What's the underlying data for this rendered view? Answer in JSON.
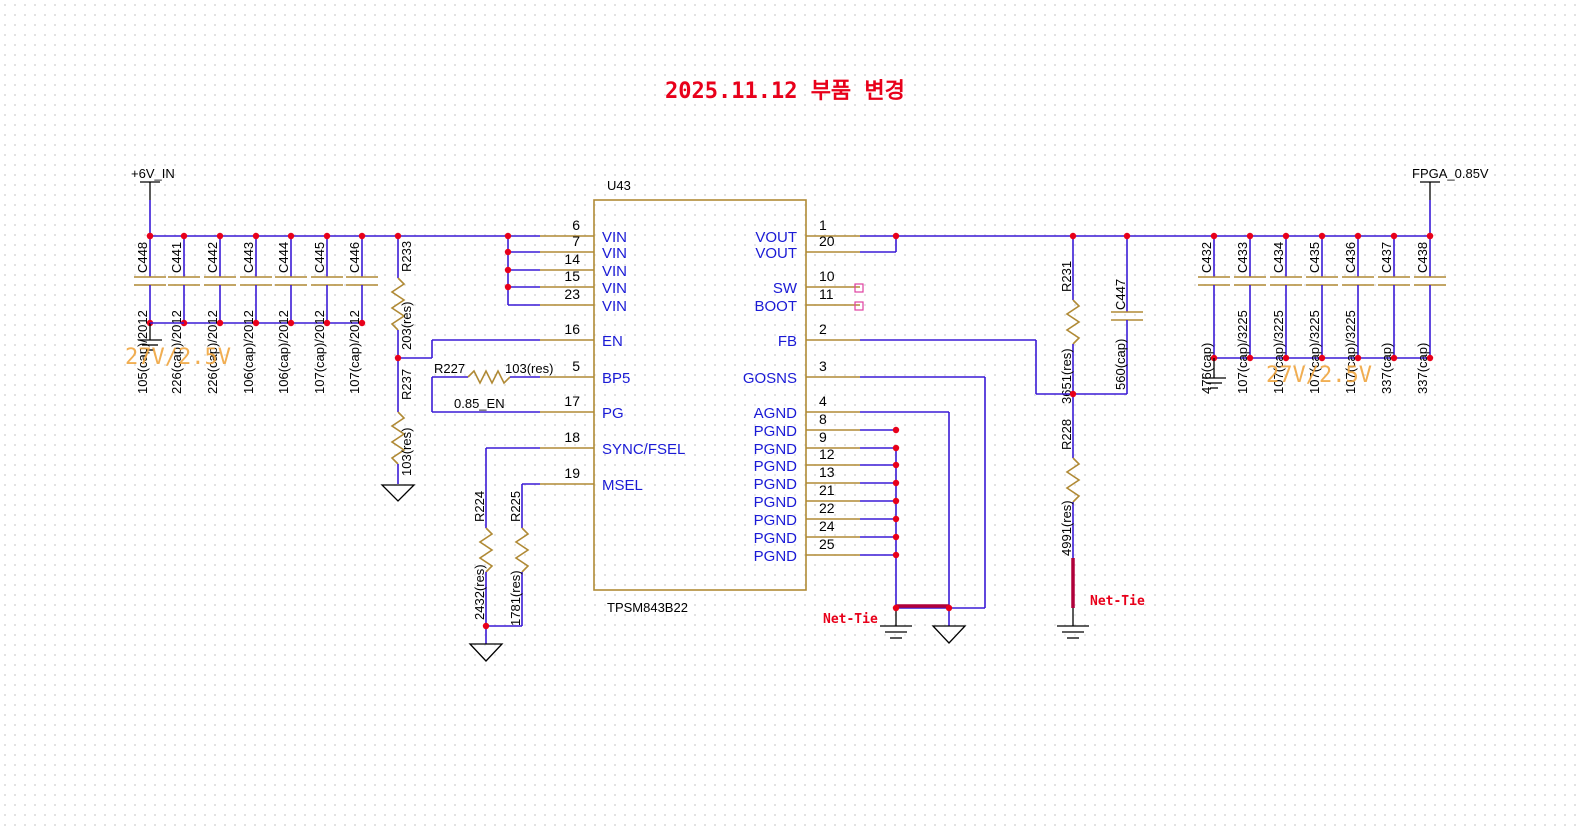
{
  "title": "2025.11.12 부품 변경",
  "power_in": "+6V_IN",
  "power_out": "FPGA_0.85V",
  "ic": {
    "ref": "U43",
    "part": "TPSM843B22",
    "left_pins": [
      {
        "num": "6",
        "name": "VIN"
      },
      {
        "num": "7",
        "name": "VIN"
      },
      {
        "num": "14",
        "name": "VIN"
      },
      {
        "num": "15",
        "name": "VIN"
      },
      {
        "num": "23",
        "name": "VIN"
      },
      {
        "num": "16",
        "name": "EN"
      },
      {
        "num": "5",
        "name": "BP5"
      },
      {
        "num": "17",
        "name": "PG"
      },
      {
        "num": "18",
        "name": "SYNC/FSEL"
      },
      {
        "num": "19",
        "name": "MSEL"
      }
    ],
    "right_pins": [
      {
        "num": "1",
        "name": "VOUT"
      },
      {
        "num": "20",
        "name": "VOUT"
      },
      {
        "num": "10",
        "name": "SW"
      },
      {
        "num": "11",
        "name": "BOOT"
      },
      {
        "num": "2",
        "name": "FB"
      },
      {
        "num": "3",
        "name": "GOSNS"
      },
      {
        "num": "4",
        "name": "AGND"
      },
      {
        "num": "8",
        "name": "PGND"
      },
      {
        "num": "9",
        "name": "PGND"
      },
      {
        "num": "12",
        "name": "PGND"
      },
      {
        "num": "13",
        "name": "PGND"
      },
      {
        "num": "21",
        "name": "PGND"
      },
      {
        "num": "22",
        "name": "PGND"
      },
      {
        "num": "24",
        "name": "PGND"
      },
      {
        "num": "25",
        "name": "PGND"
      }
    ]
  },
  "input_caps": [
    {
      "ref": "C448",
      "value": "105(cap)/2012"
    },
    {
      "ref": "C441",
      "value": "226(cap)/2012"
    },
    {
      "ref": "C442",
      "value": "226(cap)/2012"
    },
    {
      "ref": "C443",
      "value": "106(cap)/2012"
    },
    {
      "ref": "C444",
      "value": "106(cap)/2012"
    },
    {
      "ref": "C445",
      "value": "107(cap)/2012"
    },
    {
      "ref": "C446",
      "value": "107(cap)/2012"
    }
  ],
  "output_caps": [
    {
      "ref": "C432",
      "value": "476(cap)"
    },
    {
      "ref": "C433",
      "value": "107(cap)/3225"
    },
    {
      "ref": "C434",
      "value": "107(cap)/3225"
    },
    {
      "ref": "C435",
      "value": "107(cap)/3225"
    },
    {
      "ref": "C436",
      "value": "107(cap)/3225"
    },
    {
      "ref": "C437",
      "value": "337(cap)"
    },
    {
      "ref": "C438",
      "value": "337(cap)"
    }
  ],
  "resistors": {
    "r233": {
      "ref": "R233",
      "value": "203(res)"
    },
    "r237": {
      "ref": "R237",
      "value": "103(res)"
    },
    "r227": {
      "ref": "R227",
      "value": "103(res)"
    },
    "r224": {
      "ref": "R224",
      "value": "2432(res)"
    },
    "r225": {
      "ref": "R225",
      "value": "1781(res)"
    },
    "r231": {
      "ref": "R231",
      "value": "3651(res)"
    },
    "r228": {
      "ref": "R228",
      "value": "4991(res)"
    }
  },
  "c447": {
    "ref": "C447",
    "value": "560(cap)"
  },
  "pg_net": "0.85_EN",
  "net_tie_label": "Net-Tie",
  "ghost_in": "27V/2.5V",
  "ghost_out": "27V/2.5V",
  "colors": {
    "wire": "#3a1ad6",
    "component": "#b08a35",
    "junction": "#e8001a",
    "title": "#e8001a",
    "pin_name": "#1a1ad6"
  }
}
